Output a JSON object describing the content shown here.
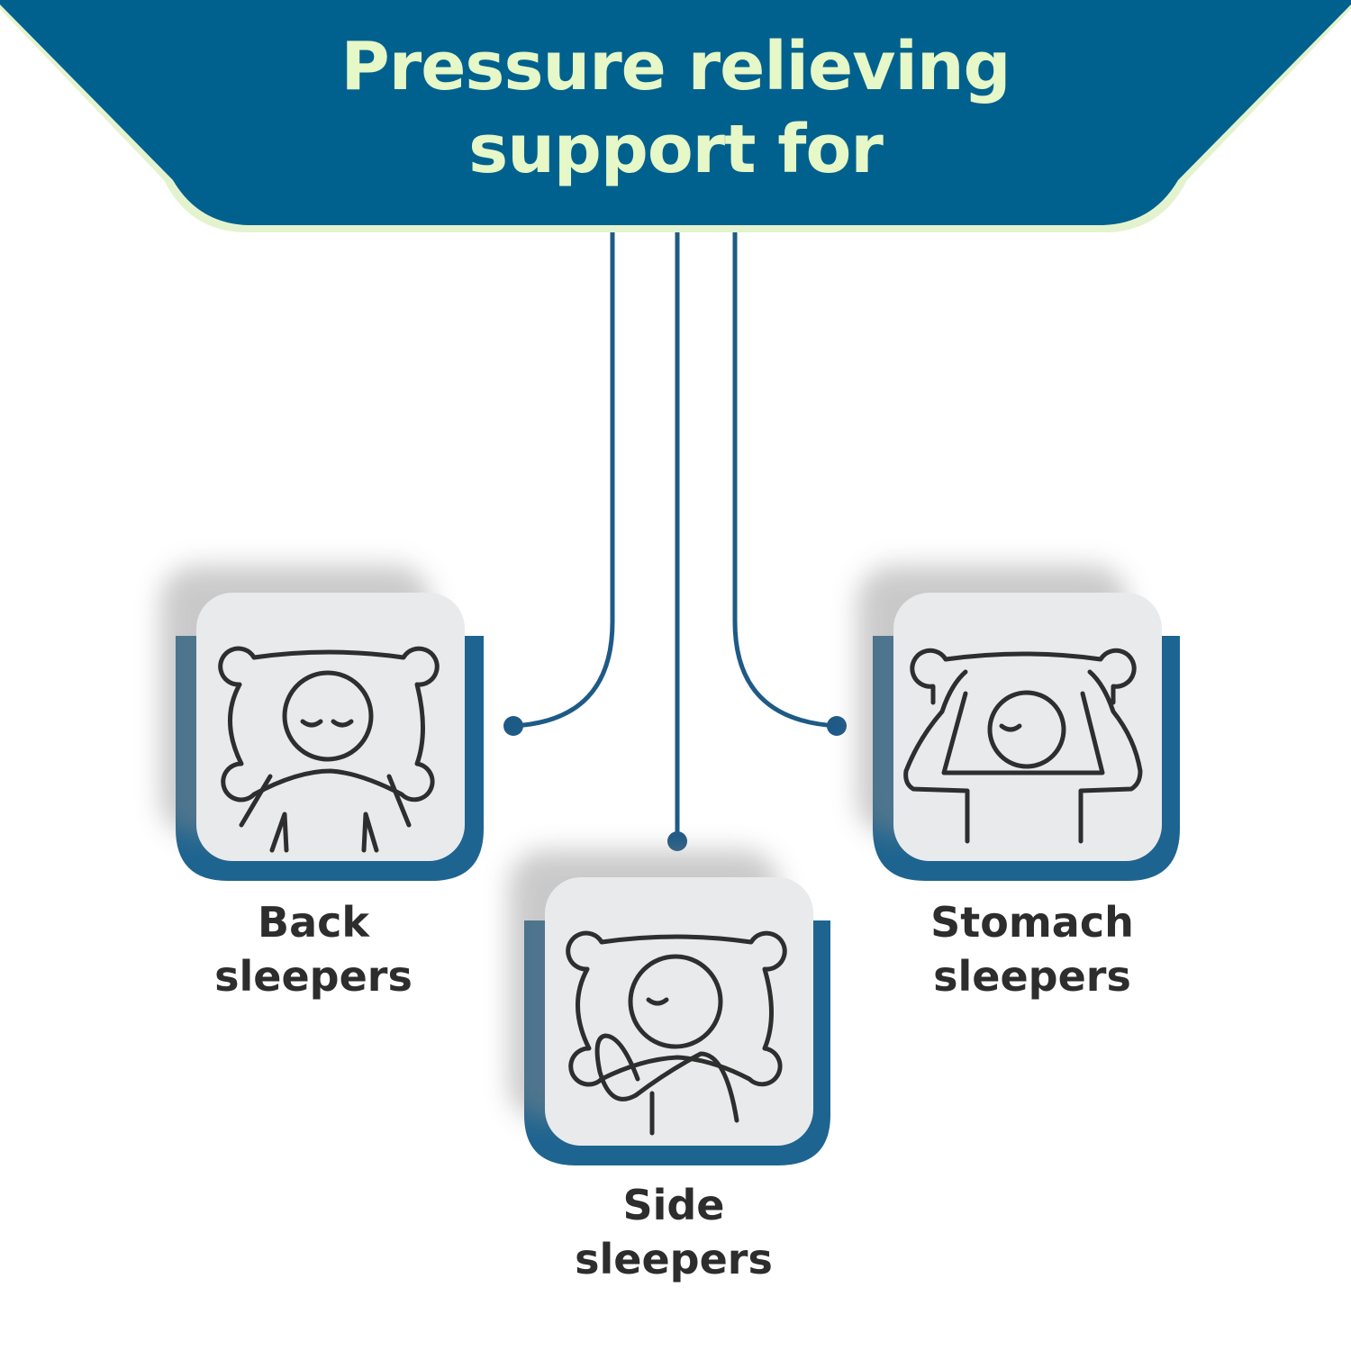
{
  "header": {
    "title_line1": "Pressure relieving",
    "title_line2": "support for"
  },
  "cards": [
    {
      "label_line1": "Back",
      "label_line2": "sleepers",
      "icon": "back-sleeper-icon"
    },
    {
      "label_line1": "Side",
      "label_line2": "sleepers",
      "icon": "side-sleeper-icon"
    },
    {
      "label_line1": "Stomach",
      "label_line2": "sleepers",
      "icon": "stomach-sleeper-icon"
    }
  ],
  "colors": {
    "banner": "#00618e",
    "banner_edge": "#e4f3cf",
    "title_text": "#e6f7c8",
    "card_frame": "#1e6490",
    "card_face": "#e9eaec",
    "icon_line": "#2e2e2e",
    "connector": "#1e5a86",
    "label_text": "#2d2d2d"
  }
}
